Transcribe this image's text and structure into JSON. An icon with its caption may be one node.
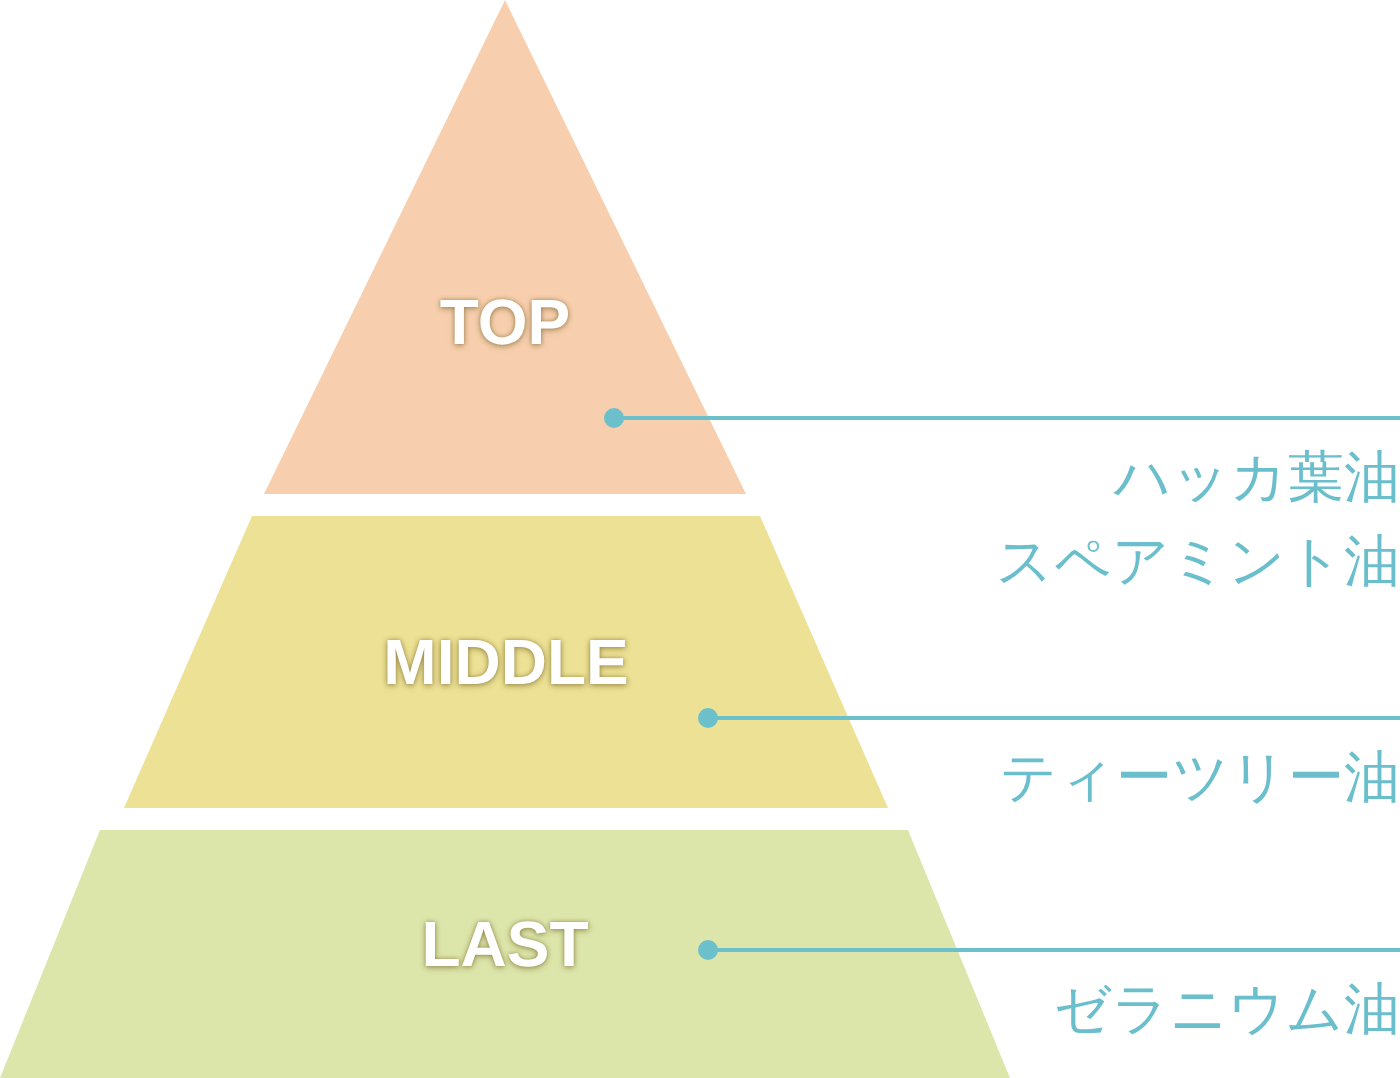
{
  "diagram": {
    "nodes": [
      {
        "text": [
          "TOP"
        ]
      },
      {
        "text": [
          "MIDDLE"
        ]
      },
      {
        "text": [
          "LAST"
        ]
      },
      {
        "text": [
          "ハッカ葉油",
          "スペアミント油"
        ]
      },
      {
        "text": [
          "ティーツリー油"
        ]
      },
      {
        "text": [
          "ゼラニウム油"
        ]
      }
    ],
    "edges": [
      {
        "from": 3,
        "to": 0,
        "arrow": "other"
      },
      {
        "from": 4,
        "to": 1,
        "arrow": "other"
      },
      {
        "from": 5,
        "to": 2,
        "arrow": "other"
      }
    ]
  }
}
